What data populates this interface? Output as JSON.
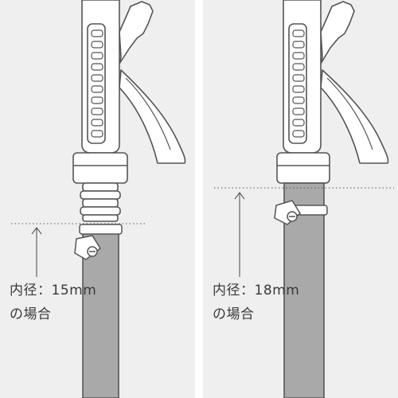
{
  "panels": [
    {
      "id": "left",
      "diameter_label": "内径：15mm",
      "case_label": "の場合",
      "inner_diameter_mm": 15
    },
    {
      "id": "right",
      "diameter_label": "内径：18mm",
      "case_label": "の場合",
      "inner_diameter_mm": 18
    }
  ],
  "colors": {
    "panel_background": "#efefef",
    "hose_fill": "#a9a9a9",
    "line_art": "#555555",
    "text": "#3a3a3a"
  }
}
